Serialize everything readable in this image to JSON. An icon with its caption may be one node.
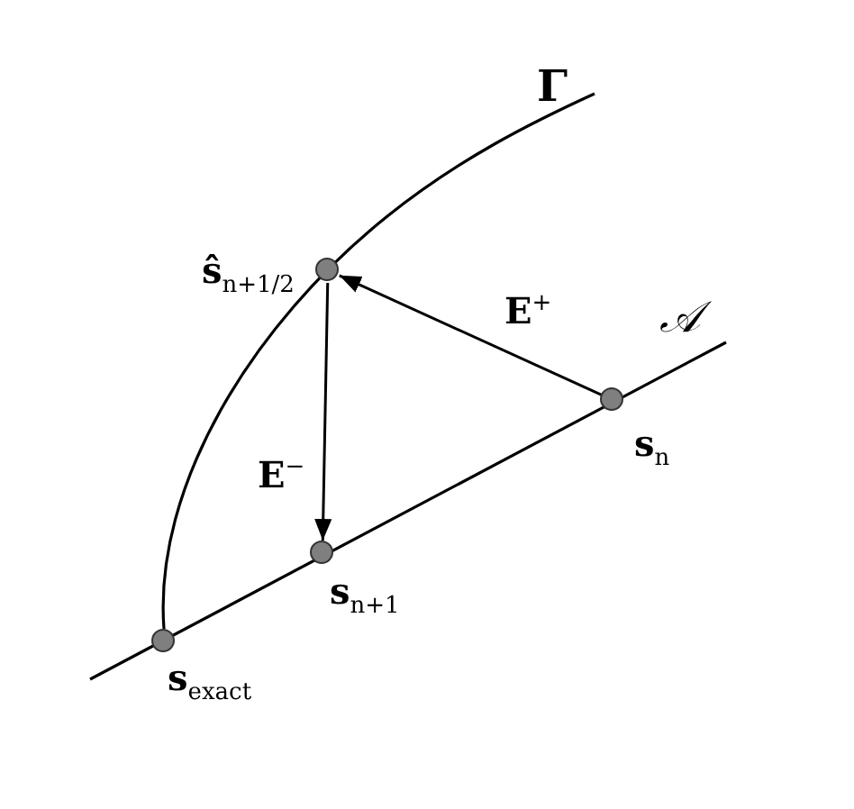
{
  "diagram": {
    "nodes": [
      {
        "text": [],
        "shape": "circle",
        "beside": [
          "**ŝ**$_{n+1/2}$"
        ]
      },
      {
        "text": [],
        "shape": "circle",
        "beside": [
          "**s**$_{n}$"
        ]
      },
      {
        "text": [],
        "shape": "circle",
        "beside": [
          "**s**$_{n+1}$"
        ]
      },
      {
        "text": [],
        "shape": "circle",
        "beside": [
          "**s**$_{exact}$"
        ]
      }
    ],
    "edges": [
      {
        "from": 1,
        "to": 0,
        "arrow": "to",
        "label": "**E**$^{+}$"
      },
      {
        "from": 0,
        "to": 2,
        "arrow": "to",
        "label": "**E**$^{−}$"
      }
    ],
    "labels": [
      "Γ",
      "𝒜"
    ]
  }
}
